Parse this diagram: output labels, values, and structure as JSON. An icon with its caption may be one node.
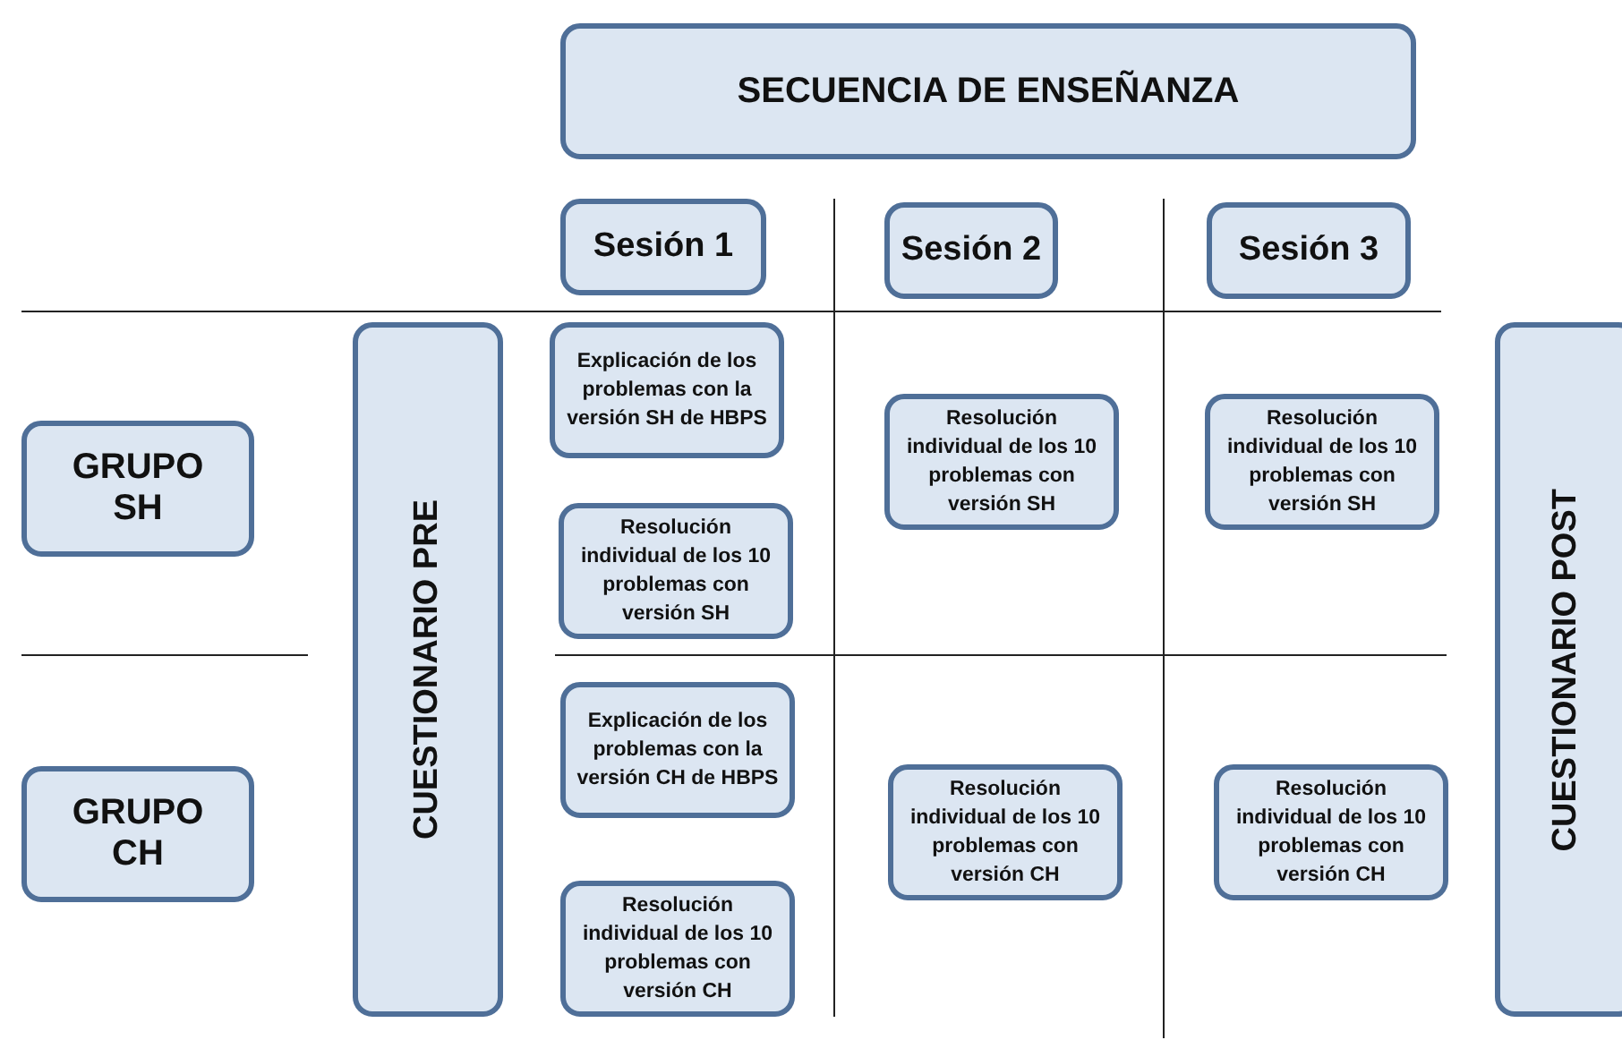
{
  "diagram": {
    "nodes": [
      {
        "text": [
          "SECUENCIA DE ENSEÑANZA"
        ]
      },
      {
        "text": [
          "Sesión 1"
        ]
      },
      {
        "text": [
          "Sesión 2"
        ]
      },
      {
        "text": [
          "Sesión 3"
        ]
      },
      {
        "text": [
          "CUESTIONARIO PRE"
        ]
      },
      {
        "text": [
          "Explicación de los problemas con la versión SH de HBPS"
        ]
      },
      {
        "text": [
          "Resolución individual de los 10 problemas con versión SH"
        ]
      },
      {
        "text": [
          "Resolución individual de los 10 problemas con versión SH"
        ]
      },
      {
        "text": [
          "CUESTIONARIO POST"
        ]
      },
      {
        "text": [
          "GRUPO SH"
        ]
      },
      {
        "text": [
          "Resolución individual de los 10 problemas con versión SH"
        ]
      },
      {
        "text": [
          "Explicación de los problemas con la versión CH de HBPS"
        ]
      },
      {
        "text": [
          "Resolución individual de los 10 problemas con versión CH"
        ]
      },
      {
        "text": [
          "Resolución individual de los 10 problemas con versión CH"
        ]
      },
      {
        "text": [
          "GRUPO CH"
        ]
      },
      {
        "text": [
          "Resolución individual de los 10 problemas con versión CH"
        ]
      }
    ]
  }
}
